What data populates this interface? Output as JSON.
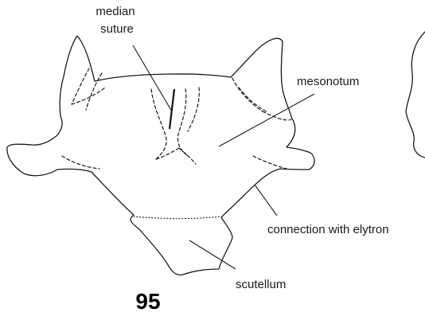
{
  "labels": {
    "median_suture_line1": "median",
    "median_suture_line2": "suture",
    "mesonotum": "mesonotum",
    "connection_with_elytron": "connection with elytron",
    "scutellum": "scutellum"
  },
  "figure_number": "95",
  "colors": {
    "ink": "#1a1a1a",
    "background": "#ffffff"
  }
}
